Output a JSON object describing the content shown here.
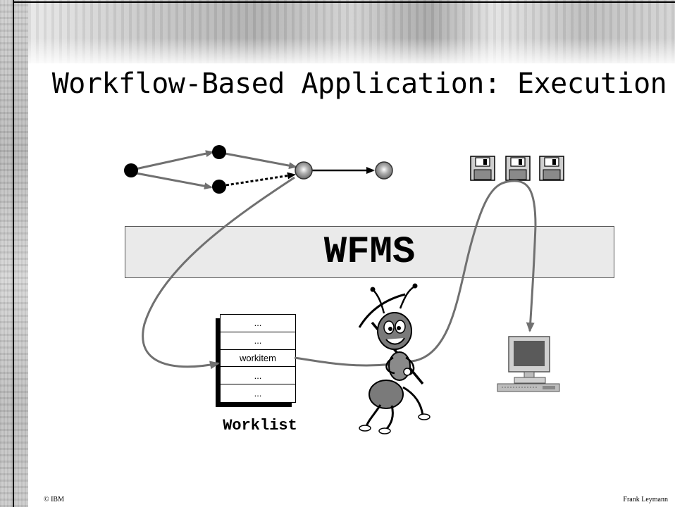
{
  "slide": {
    "title": "Workflow-Based Application: Execution",
    "wfms_label": "WFMS",
    "worklist": {
      "label": "Worklist",
      "items": [
        "...",
        "...",
        "workitem",
        "...",
        "..."
      ]
    },
    "footer": {
      "left": "© IBM",
      "right": "Frank Leymann"
    },
    "icons": [
      "process-graph-icon",
      "floppy-disk-icon",
      "floppy-disk-icon",
      "floppy-disk-icon",
      "ant-worker-icon",
      "computer-icon"
    ]
  }
}
